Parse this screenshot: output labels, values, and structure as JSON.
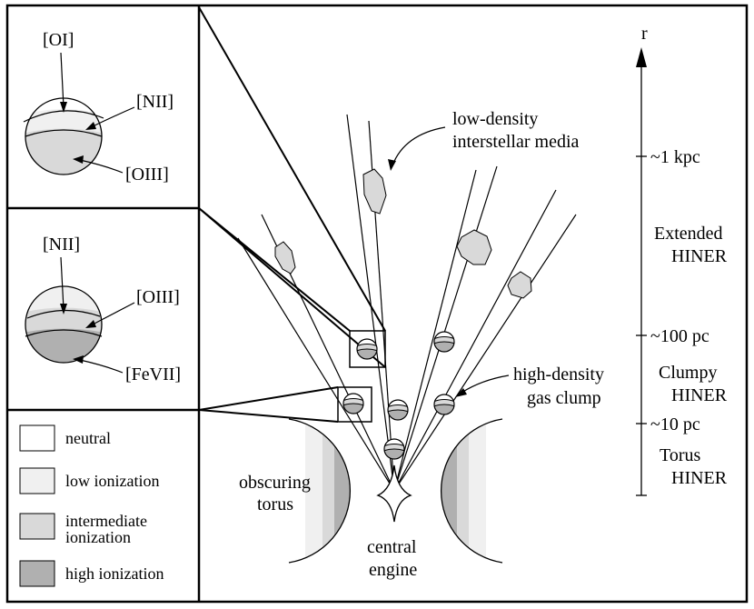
{
  "inset_top": {
    "label_a": "[OI]",
    "label_b": "[NII]",
    "label_c": "[OIII]"
  },
  "inset_middle": {
    "label_a": "[NII]",
    "label_b": "[OIII]",
    "label_c": "[FeVII]"
  },
  "legend": {
    "items": [
      {
        "label": "neutral",
        "color": "#ffffff"
      },
      {
        "label": "low ionization",
        "color": "#f0f0f0"
      },
      {
        "label_line1": "intermediate",
        "label_line2": "ionization",
        "color": "#d9d9d9"
      },
      {
        "label": "high ionization",
        "color": "#b0b0b0"
      }
    ]
  },
  "main": {
    "ism_line1": "low-density",
    "ism_line2": "interstellar media",
    "clump_line1": "high-density",
    "clump_line2": "gas clump",
    "torus_line1": "obscuring",
    "torus_line2": "torus",
    "engine_line1": "central",
    "engine_line2": "engine"
  },
  "scale": {
    "axis_label": "r",
    "tick_1kpc": "~1 kpc",
    "tick_100pc": "~100 pc",
    "tick_10pc": "~10 pc",
    "region_extended_1": "Extended",
    "region_extended_2": "HINER",
    "region_clumpy_1": "Clumpy",
    "region_clumpy_2": "HINER",
    "region_torus_1": "Torus",
    "region_torus_2": "HINER"
  }
}
